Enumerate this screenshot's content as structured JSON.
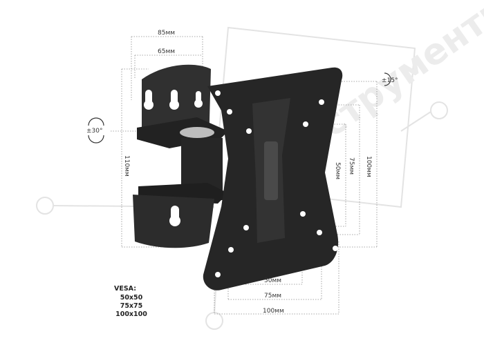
{
  "dimensions": {
    "top_outer": "85мм",
    "top_inner": "65мм",
    "height_left": "110мм",
    "right_inner": "50мм",
    "right_mid": "75мм",
    "right_outer": "100мм",
    "bottom_inner": "50мм",
    "bottom_mid": "75мм",
    "bottom_outer": "100мм"
  },
  "rotation": {
    "tilt": "±15°",
    "swivel": "±30°"
  },
  "vesa": {
    "title": "VESA:",
    "sizes": [
      "50x50",
      "75x75",
      "100x100"
    ]
  },
  "watermark": {
    "text": "ВсеИнструменты"
  },
  "colors": {
    "mount": "#2b2b2b",
    "guide": "#8a8a8a"
  }
}
